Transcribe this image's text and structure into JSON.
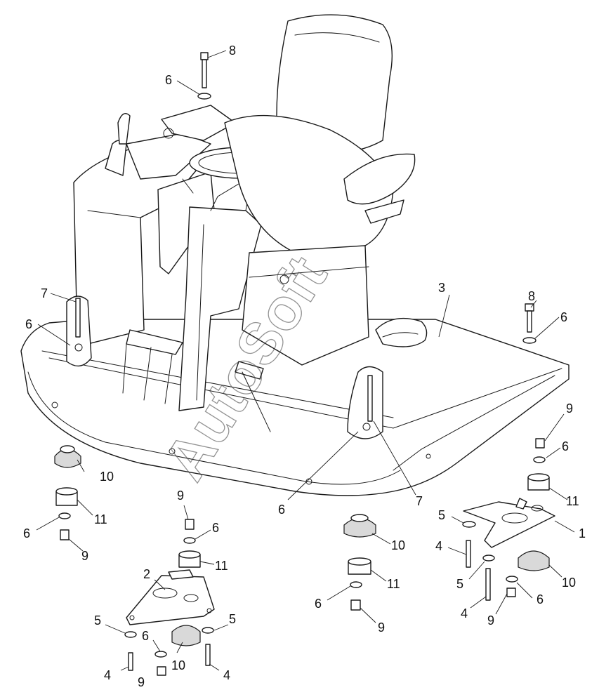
{
  "callouts": [
    "1",
    "2",
    "3",
    "4",
    "5",
    "6",
    "7",
    "8",
    "9",
    "10",
    "11"
  ],
  "watermark": "AutoSoft",
  "palette": {
    "line": "#1a1a1a",
    "paper": "#ffffff",
    "shade": "#d9d9d9"
  }
}
